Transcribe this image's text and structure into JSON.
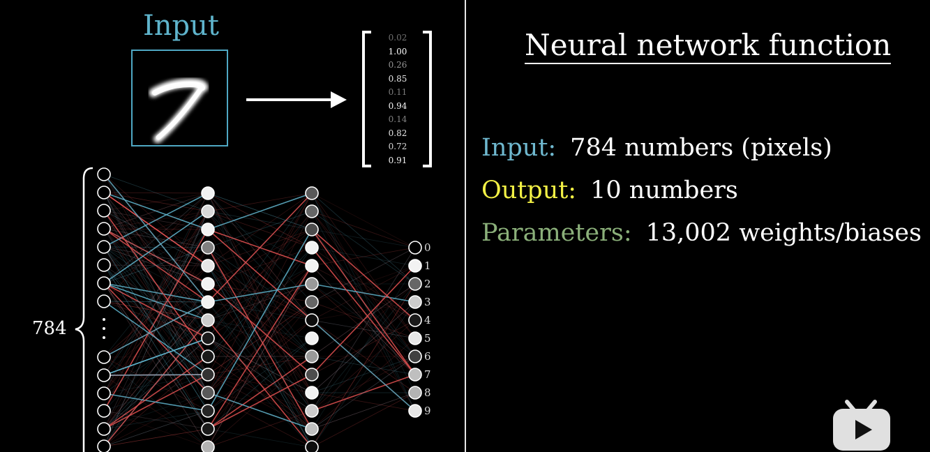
{
  "left": {
    "input_title": "Input",
    "vector_values": [
      "0.02",
      "1.00",
      "0.26",
      "0.85",
      "0.11",
      "0.94",
      "0.14",
      "0.82",
      "0.72",
      "0.91"
    ],
    "input_count_label": "784",
    "output_labels": [
      "0",
      "1",
      "2",
      "3",
      "4",
      "5",
      "6",
      "7",
      "8",
      "9"
    ]
  },
  "right": {
    "title": "Neural network function",
    "input_key": "Input:",
    "input_value": "784 numbers (pixels)",
    "output_key": "Output:",
    "output_value": "10 numbers",
    "parameters_key": "Parameters:",
    "parameters_value": "13,002 weights/biases"
  },
  "colors": {
    "input_accent": "#6fb8cf",
    "output_accent": "#f2f045",
    "parameters_accent": "#8bb07a",
    "edge_red": "#e05050",
    "edge_blue": "#5fb4cc",
    "background": "#000000"
  },
  "icons": {
    "arrow": "right-arrow-icon",
    "logo": "bilibili-tv-icon"
  }
}
